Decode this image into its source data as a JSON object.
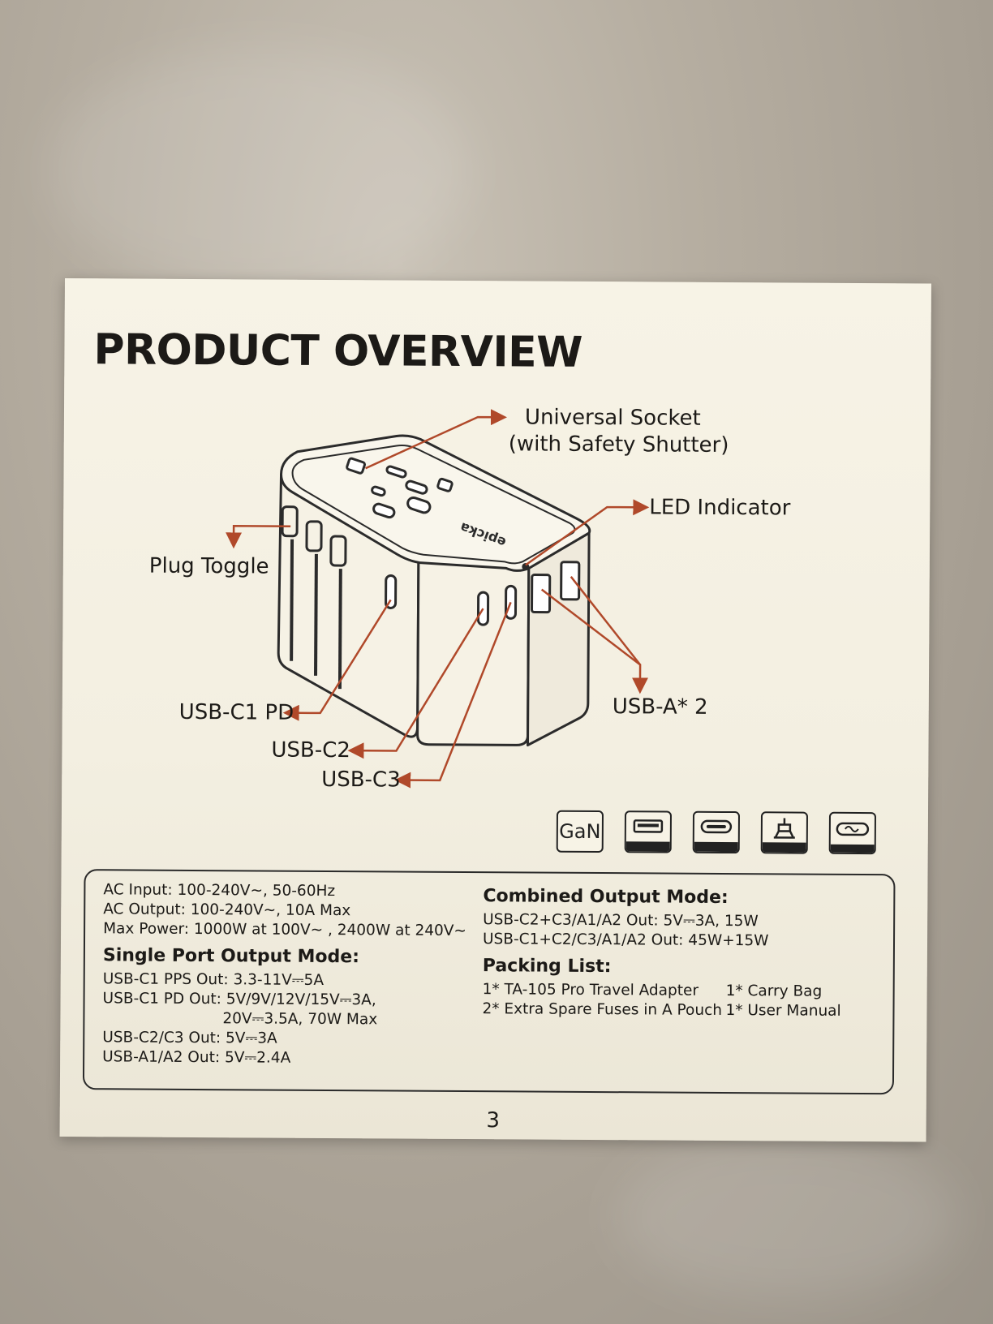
{
  "page": {
    "title": "PRODUCT OVERVIEW",
    "page_number": "3"
  },
  "diagram": {
    "brand_mark": "epicka",
    "callouts": {
      "universal_socket": "Universal Socket",
      "universal_socket_note": "(with Safety Shutter)",
      "led_indicator": "LED Indicator",
      "plug_toggle": "Plug Toggle",
      "usb_c1_pd": "USB-C1 PD",
      "usb_c2": "USB-C2",
      "usb_c3": "USB-C3",
      "usb_a_2": "USB-A* 2"
    },
    "arrow_color": "#b0492a"
  },
  "feature_icons": {
    "gan_label": "GaN",
    "items": [
      "gan-icon",
      "usb-a-icon",
      "usb-c-icon",
      "universal-plug-icon",
      "fuse-icon"
    ]
  },
  "specs": {
    "left": {
      "ac_input": "AC Input: 100-240V~, 50-60Hz",
      "ac_output": "AC Output: 100-240V~, 10A Max",
      "max_power": "Max Power: 1000W at 100V~ , 2400W at 240V~",
      "single_heading": "Single Port Output Mode:",
      "c1_pps": "USB-C1 PPS Out: 3.3-11V⎓5A",
      "c1_pd": "USB-C1 PD Out: 5V/9V/12V/15V⎓3A,",
      "c1_pd_cont": "20V⎓3.5A, 70W Max",
      "c2_c3": "USB-C2/C3 Out: 5V⎓3A",
      "a1_a2": "USB-A1/A2 Out: 5V⎓2.4A"
    },
    "right": {
      "combined_heading": "Combined Output Mode:",
      "combined_1": "USB-C2+C3/A1/A2 Out: 5V⎓3A, 15W",
      "combined_2": "USB-C1+C2/C3/A1/A2 Out: 45W+15W",
      "packing_heading": "Packing List:",
      "packing_items": [
        "1* TA-105 Pro Travel Adapter",
        "1* Carry Bag",
        "2* Extra Spare Fuses in A Pouch",
        "1* User Manual"
      ]
    }
  }
}
